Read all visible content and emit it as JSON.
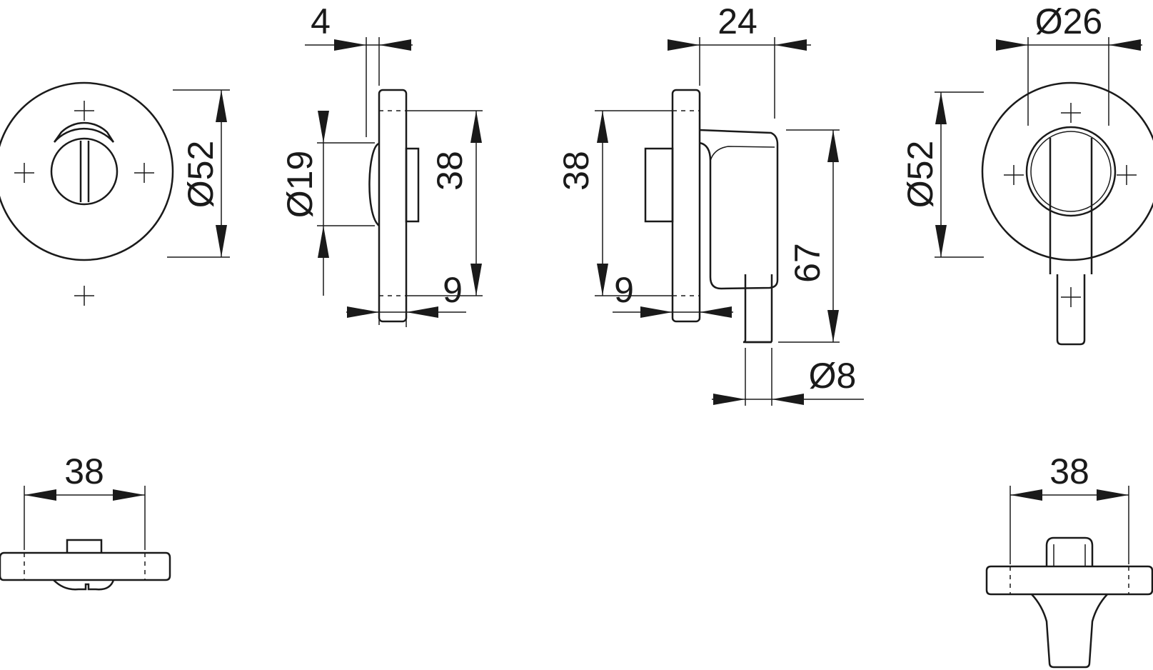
{
  "dimensions": {
    "d52_left": "Ø52",
    "w4": "4",
    "d19": "Ø19",
    "h38_a": "38",
    "t9_a": "9",
    "w24": "24",
    "h38_b": "38",
    "h67": "67",
    "t9_b": "9",
    "d8": "Ø8",
    "d26": "Ø26",
    "d52_right": "Ø52",
    "w38_bl": "38",
    "w38_br": "38"
  }
}
